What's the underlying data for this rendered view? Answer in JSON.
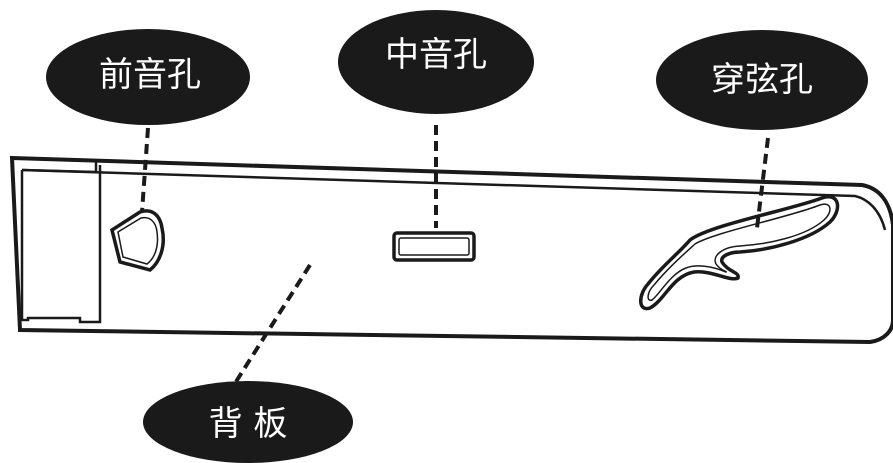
{
  "labels": {
    "front_hole": "前音孔",
    "middle_hole": "中音孔",
    "string_hole": "穿弦孔",
    "back_board": "背 板"
  },
  "colors": {
    "ink": "#1a1a1a",
    "paper": "#ffffff"
  }
}
